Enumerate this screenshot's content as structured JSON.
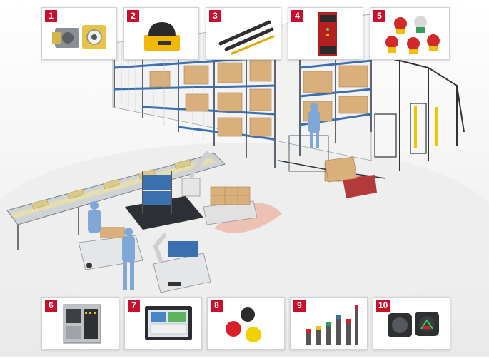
{
  "colors": {
    "badge": "#c8102e",
    "card_border": "#cfd3d8",
    "floor_shadow": "#e2e2e2",
    "rack_blue": "#3a6fb0",
    "box_tan": "#d9b07c"
  },
  "top_items": [
    {
      "number": "1",
      "icon": "safety-door-switch-icon"
    },
    {
      "number": "2",
      "icon": "safety-laser-scanner-icon"
    },
    {
      "number": "3",
      "icon": "safety-light-curtain-icon"
    },
    {
      "number": "4",
      "icon": "safety-relay-icon"
    },
    {
      "number": "5",
      "icon": "emergency-stop-buttons-icon"
    }
  ],
  "bottom_items": [
    {
      "number": "6",
      "icon": "plc-controller-icon"
    },
    {
      "number": "7",
      "icon": "hmi-touch-panel-icon"
    },
    {
      "number": "8",
      "icon": "indicator-lamps-icon"
    },
    {
      "number": "9",
      "icon": "signal-tower-lights-icon"
    },
    {
      "number": "10",
      "icon": "pushbutton-switches-icon"
    }
  ]
}
